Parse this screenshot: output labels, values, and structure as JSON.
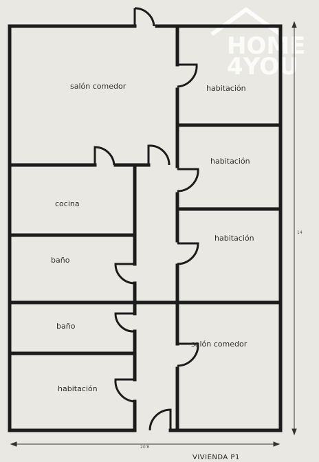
{
  "rooms": {
    "salon_comedor_top": "salón comedor",
    "habitacion_1": "habitación",
    "habitacion_2": "habitación",
    "habitacion_3": "habitación",
    "cocina": "cocina",
    "bano_1": "baño",
    "bano_2": "baño",
    "habitacion_4": "habitación",
    "salon_comedor_bottom": "salón comedor"
  },
  "dimensions": {
    "width_label": "20'8",
    "height_label": "14"
  },
  "caption": "VIVIENDA P1",
  "watermark": {
    "line1": "HOME",
    "line2": "4YOU"
  },
  "colors": {
    "paper": "#e9e8e3",
    "wall": "#1c1c1c",
    "text": "#2e2e2e",
    "watermark": "#ffffff"
  }
}
